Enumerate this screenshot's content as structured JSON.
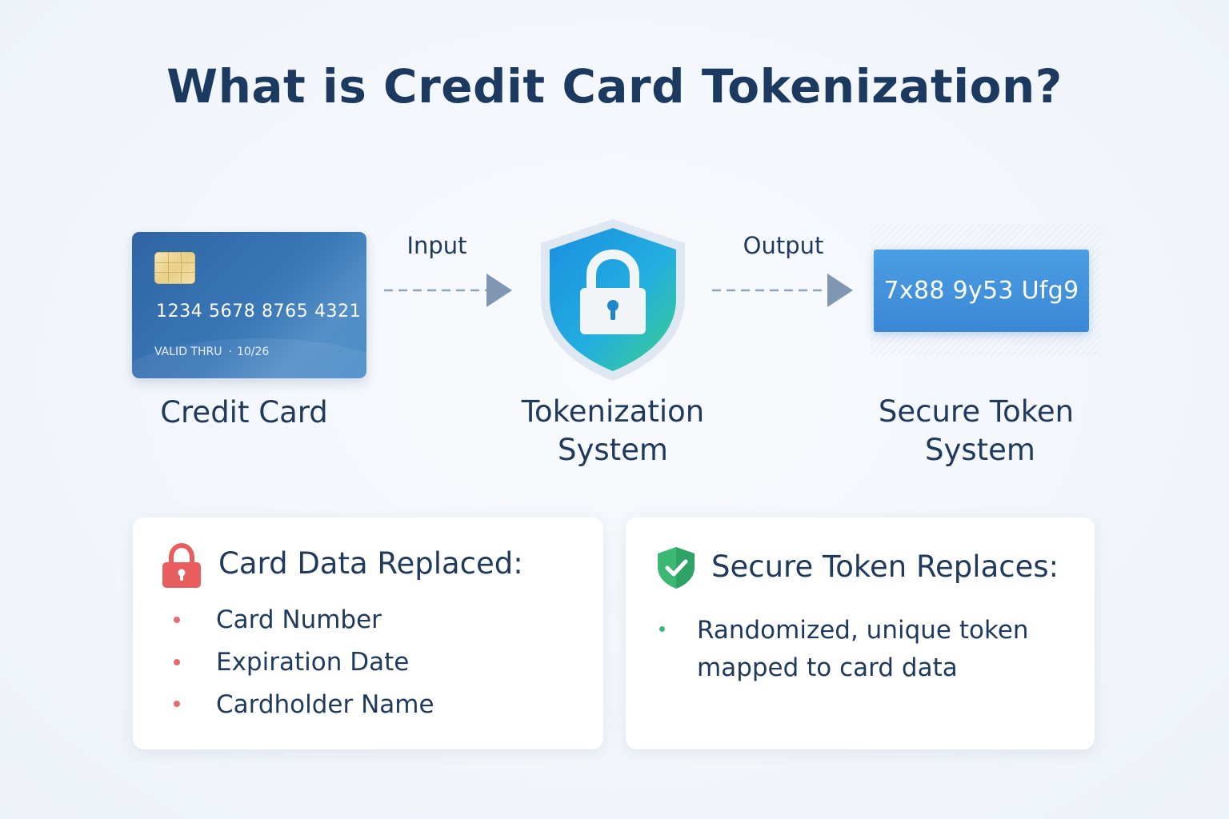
{
  "title": "What is Credit Card Tokenization?",
  "credit_card": {
    "number": "1234  5678 8765 4321",
    "valid_label": "VALID THRU",
    "valid_separator": "·",
    "expiry": "10/26",
    "caption": "Credit Card"
  },
  "flow": {
    "input_label": "Input",
    "output_label": "Output"
  },
  "tokenization": {
    "caption_line1": "Tokenization",
    "caption_line2": "System"
  },
  "token": {
    "value": "7x88 9y53 Ufg9",
    "caption_line1": "Secure Token",
    "caption_line2": "System"
  },
  "left_panel": {
    "title": "Card Data Replaced:",
    "items": [
      "Card Number",
      "Expiration Date",
      "Cardholder Name"
    ]
  },
  "right_panel": {
    "title": "Secure Token Replaces:",
    "items": [
      "Randomized, unique token",
      "mapped to card data"
    ]
  },
  "colors": {
    "title": "#1c3a60",
    "card": "#3a78b8",
    "token": "#4a9ee2",
    "lock_red": "#e85d5d",
    "shield_green": "#3cb874"
  }
}
